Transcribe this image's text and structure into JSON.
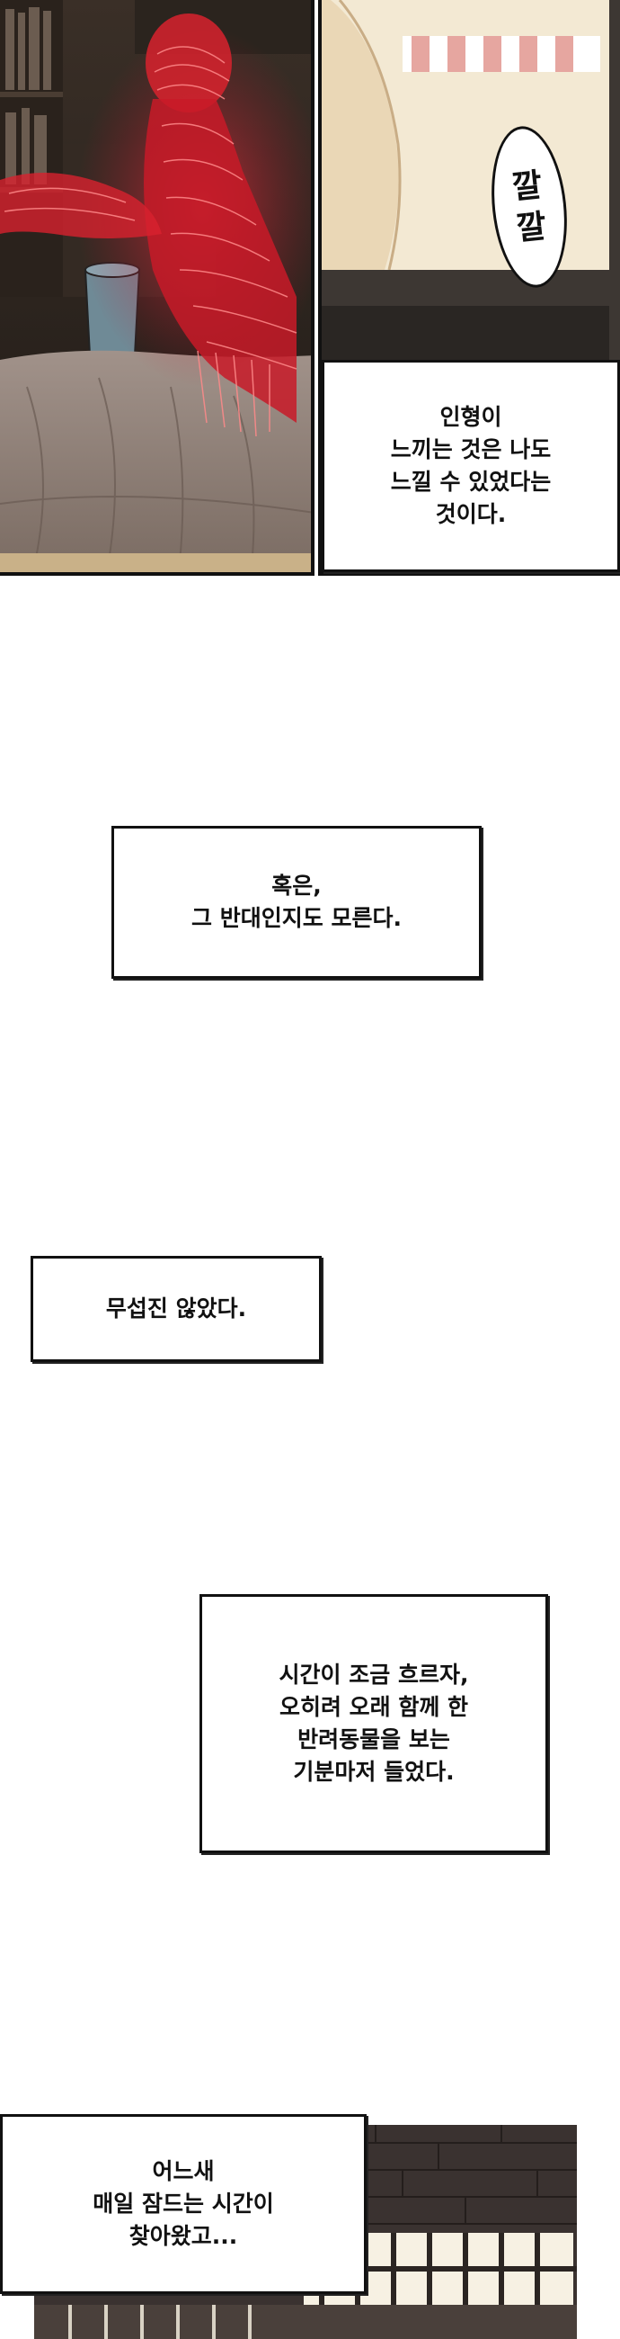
{
  "sfx": {
    "chars": [
      "깔",
      "깔"
    ]
  },
  "narrations": [
    "인형이\n느끼는 것은 나도\n느낄 수 있었다는\n것이다.",
    "혹은,\n그 반대인지도 모른다.",
    "무섭진 않았다.",
    "시간이 조금 흐르자,\n오히려 오래 함께 한\n반려동물을 보는\n기분마저 들었다.",
    "어느새\n매일 잠드는 시간이\n찾아왔고..."
  ],
  "colors": {
    "ink": "#111111",
    "blanket": "#8f7e74",
    "room_dark": "#2e2620",
    "doll_red": "#d8222e",
    "window_light": "#f3e9d3",
    "brick": "#3a3230"
  }
}
